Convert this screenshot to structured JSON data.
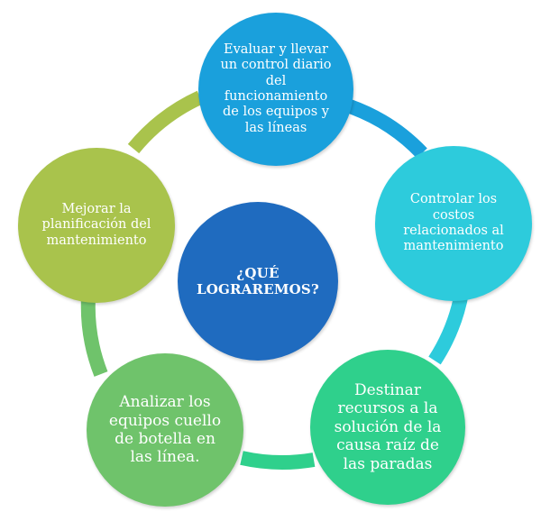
{
  "center": {
    "text": "¿QUÉ LOGRAREMOS?",
    "color": "#1f6bbf"
  },
  "nodes": [
    {
      "id": "top",
      "text": "Evaluar y llevar un control diario del funcionamiento de los equipos y las líneas",
      "color": "#1aa0dc"
    },
    {
      "id": "right",
      "text": "Controlar los costos relacionados al mantenimiento",
      "color": "#2dcbdc"
    },
    {
      "id": "bottom-right",
      "text": "Destinar recursos a la solución de la causa raíz de las paradas",
      "color": "#2fd08c"
    },
    {
      "id": "bottom-left",
      "text": "Analizar los equipos cuello de botella en las línea.",
      "color": "#6fc36b"
    },
    {
      "id": "left",
      "text": "Mejorar la planificación del mantenimiento",
      "color": "#a9c34c"
    }
  ],
  "ring_colors": {
    "top-to-right": "#1aa0dc",
    "right-to-bottom-right": "#2dcbdc",
    "bottom-right-to-bottom-left": "#2fd08c",
    "bottom-left-to-left": "#6fc36b",
    "left-to-top": "#a9c34c"
  }
}
